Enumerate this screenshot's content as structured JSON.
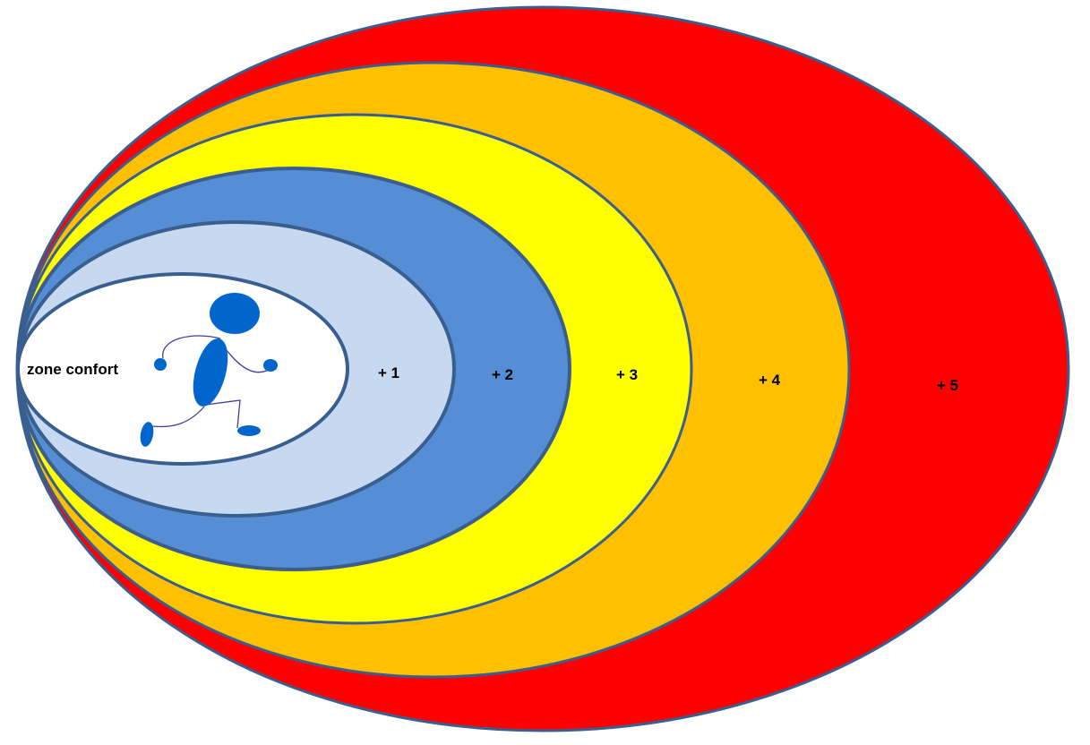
{
  "diagram": {
    "zones": [
      {
        "label": "+ 5",
        "color": "#FF0000"
      },
      {
        "label": "+ 4",
        "color": "#FFC000"
      },
      {
        "label": "+ 3",
        "color": "#FFFF00"
      },
      {
        "label": "+ 2",
        "color": "#558ED5"
      },
      {
        "label": "+ 1",
        "color": "#C6D9F1"
      },
      {
        "label": "zone confort",
        "color": "#FFFFFF"
      }
    ],
    "outline_color": "#3A5F8F",
    "figure": {
      "icon": "running-person-icon",
      "color": "#0066CC",
      "limb_color": "#3F3F9F"
    }
  }
}
